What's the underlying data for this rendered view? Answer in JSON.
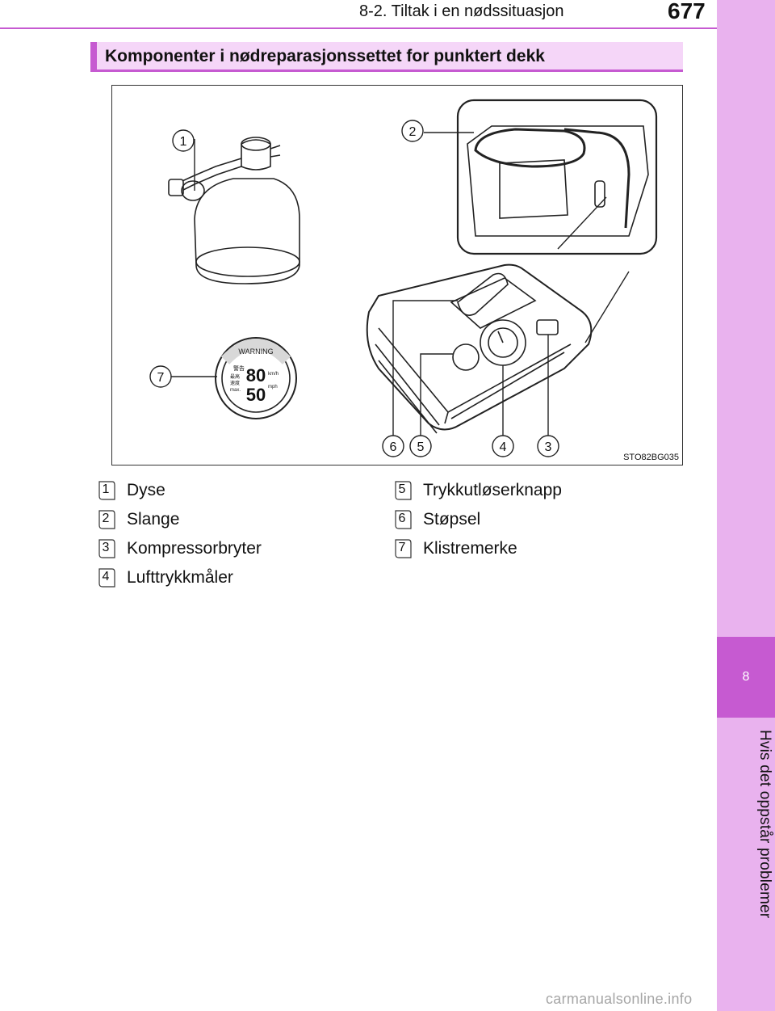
{
  "header": {
    "section": "8-2. Tiltak i en nødssituasjon",
    "page_number": "677"
  },
  "side_tab": {
    "chapter_number": "8",
    "chapter_title": "Hvis det oppstår problemer"
  },
  "heading": "Komponenter i nødreparasjonssettet for punktert dekk",
  "figure": {
    "code": "STO82BG035",
    "callouts": [
      "1",
      "2",
      "3",
      "4",
      "5",
      "6",
      "7"
    ],
    "sticker": {
      "warning": "WARNING",
      "kanji": "警告",
      "speed_label_1": "最高",
      "speed_label_2": "速度",
      "max": "max.",
      "kmh_value": "80",
      "kmh_unit": "km/h",
      "mph_value": "50",
      "mph_unit": "mph"
    }
  },
  "legend": [
    {
      "number": "1",
      "label": "Dyse"
    },
    {
      "number": "2",
      "label": "Slange"
    },
    {
      "number": "3",
      "label": "Kompressorbryter"
    },
    {
      "number": "4",
      "label": "Lufttrykkmåler"
    },
    {
      "number": "5",
      "label": "Trykkutløserknapp"
    },
    {
      "number": "6",
      "label": "Støpsel"
    },
    {
      "number": "7",
      "label": "Klistremerke"
    }
  ],
  "watermark": "carmanualsonline.info"
}
